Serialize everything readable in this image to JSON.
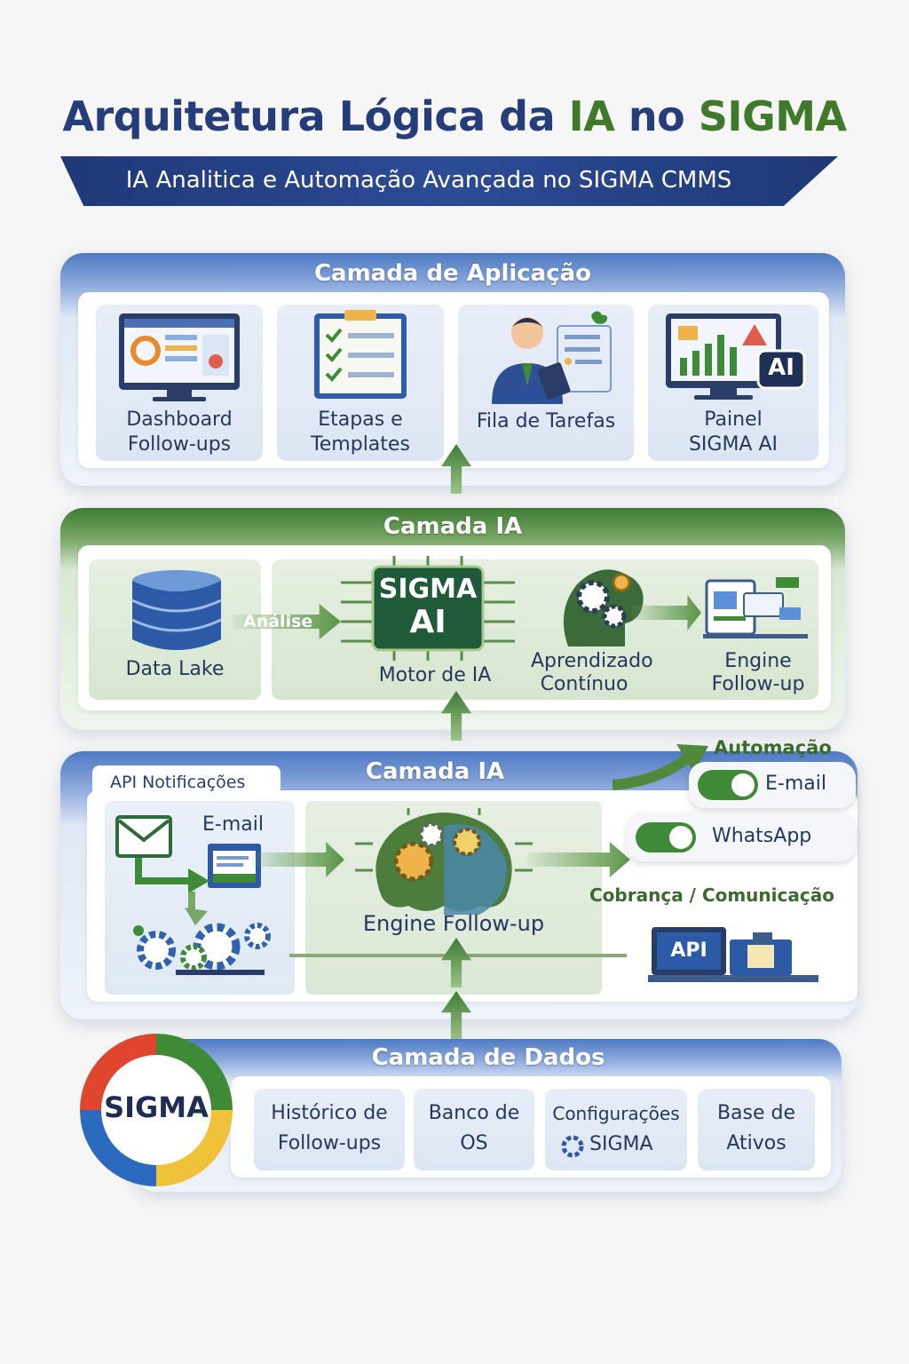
{
  "header": {
    "title_part1": "Arquitetura Lógica da ",
    "title_ia": "IA",
    "title_part2": " no ",
    "title_sigma": "SIGMA",
    "subtitle": "IA Analitica e Automação Avançada no SIGMA CMMS"
  },
  "application_layer": {
    "title": "Camada de Aplicação",
    "cards": [
      {
        "label1": "Dashboard",
        "label2": "Follow-ups"
      },
      {
        "label1": "Etapas e",
        "label2": "Templates"
      },
      {
        "label1": "Fila de Tarefas",
        "label2": ""
      },
      {
        "label1": "Painel",
        "label2": "SIGMA AI"
      }
    ],
    "ai_badge": "AI"
  },
  "ai_layer": {
    "title": "Camada IA",
    "data_lake": "Data Lake",
    "analysis_label": "Análise",
    "chip_line1": "SIGMA",
    "chip_line2": "AI",
    "engine_label": "Motor de IA",
    "learning_line1": "Aprendizado",
    "learning_line2": "Contínuo",
    "followup_line1": "Engine",
    "followup_line2": "Follow-up"
  },
  "integration_layer": {
    "title": "Camada IA",
    "tab_label": "API Notificações",
    "email_label": "E-mail",
    "engine_label": "Engine Follow-up",
    "automation_label": "Automação",
    "toggle_email": "E-mail",
    "toggle_whatsapp": "WhatsApp",
    "billing_label": "Cobrança / Comunicação",
    "api_badge": "API"
  },
  "data_layer": {
    "title": "Camada de Dados",
    "logo": "SIGMA",
    "cards": [
      {
        "label1": "Histórico de",
        "label2": "Follow-ups"
      },
      {
        "label1": "Banco de",
        "label2": "OS"
      },
      {
        "label1": "Configurações",
        "label2": "SIGMA"
      },
      {
        "label1": "Base de",
        "label2": "Ativos"
      }
    ]
  },
  "colors": {
    "primary_blue": "#263d7c",
    "accent_green": "#3f7a2b",
    "banner": "#1f3877"
  }
}
